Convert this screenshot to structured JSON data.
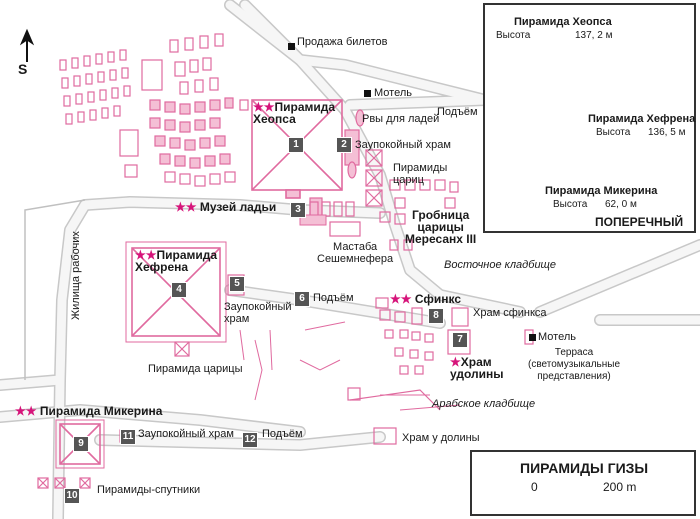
{
  "north": "S",
  "labels": {
    "tickets": "Продажа билетов",
    "motel_top": "Мотель",
    "boat_pits": "Рвы для ладей",
    "causeway_top": "Подъём",
    "mortuary_temple_top": "Заупокойный храм",
    "khufu": "Пирамида\nХеопса",
    "queens_pyramids_top": "Пирамиды\nцариц",
    "boat_museum": "Музей ладьи",
    "queen_tomb": "Гробница\nцарицы\nМересанх III",
    "mastaba": "Мастаба\nСешемнефера",
    "east_cemetery": "Восточное кладбище",
    "workers": "Жилища рабочих",
    "khafre": "Пирамида\nХефрена",
    "mortuary_temple_mid": "Заупокойный\nхрам",
    "causeway_mid": "Подъём",
    "sphinx": "Сфинкс",
    "sphinx_temple": "Храм сфинкса",
    "motel_right": "Мотель",
    "valley_temple": "Храм\nудолины",
    "terrace": "Терраса\n(светомузыкальные\nпредставления)",
    "queen_pyramid_mid": "Пирамида царицы",
    "arab_cemetery": "Арабское кладбище",
    "menkaure": "Пирамида Микерина",
    "mortuary_temple_bottom": "Заупокойный храм",
    "causeway_bottom": "Подъём",
    "valley_temple_bottom": "Храм у долины",
    "satellite": "Пирамиды-спутники"
  },
  "numbers": [
    "1",
    "2",
    "3",
    "4",
    "5",
    "6",
    "7",
    "8",
    "9",
    "10",
    "11",
    "12"
  ],
  "inset": {
    "title": "ПОПЕРЕЧНЫЙ",
    "khufu_name": "Пирамида Хеопса",
    "khufu_height_label": "Высота",
    "khufu_height": "137, 2 м",
    "khafre_name": "Пирамида Хефрена",
    "khafre_height_label": "Высота",
    "khafre_height": "136, 5 м",
    "menkaure_name": "Пирамида Микерина",
    "menkaure_height_label": "Высота",
    "menkaure_height": "62, 0 м"
  },
  "map_title": "ПИРАМИДЫ ГИЗЫ",
  "scale": {
    "start": "0",
    "end": "200 m"
  },
  "colors": {
    "pink": "#e06a9f",
    "pink_fill": "#f4bfd5",
    "road": "#f2f2f2",
    "edge": "#cccccc",
    "dark": "#555555"
  }
}
